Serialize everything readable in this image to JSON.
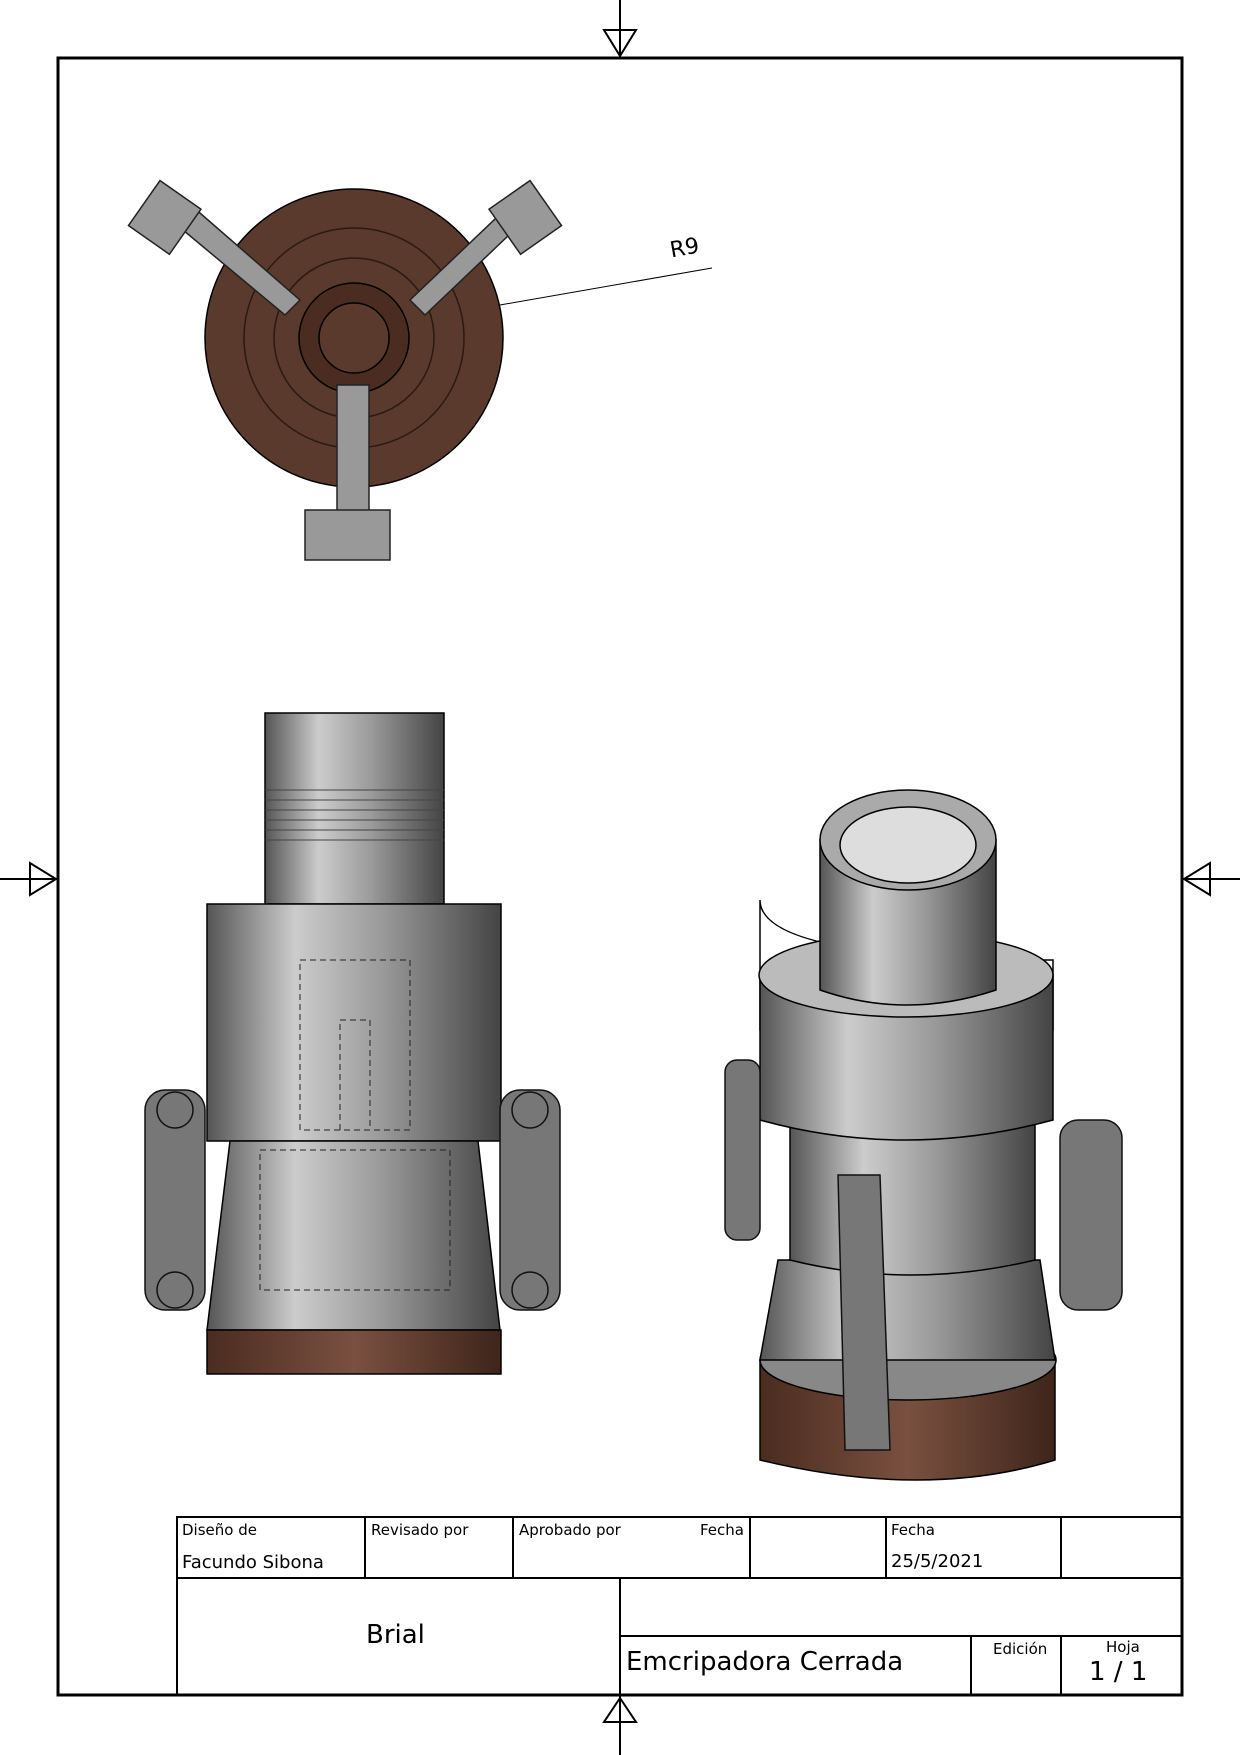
{
  "dimension": {
    "label": "R9"
  },
  "title_block": {
    "designed_by_label": "Diseño de",
    "designed_by": "Facundo Sibona",
    "reviewed_by_label": "Revisado por",
    "approved_by_label": "Aprobado por",
    "date_label_1": "Fecha",
    "date_label_2": "Fecha",
    "date": "25/5/2021",
    "company": "Brial",
    "title": "Emcripadora Cerrada",
    "edition_label": "Edición",
    "sheet_label": "Hoja",
    "sheet": "1 / 1"
  },
  "colors": {
    "wood": "#5a3a2c",
    "metal": "#8a8a8a",
    "line": "#000000"
  }
}
